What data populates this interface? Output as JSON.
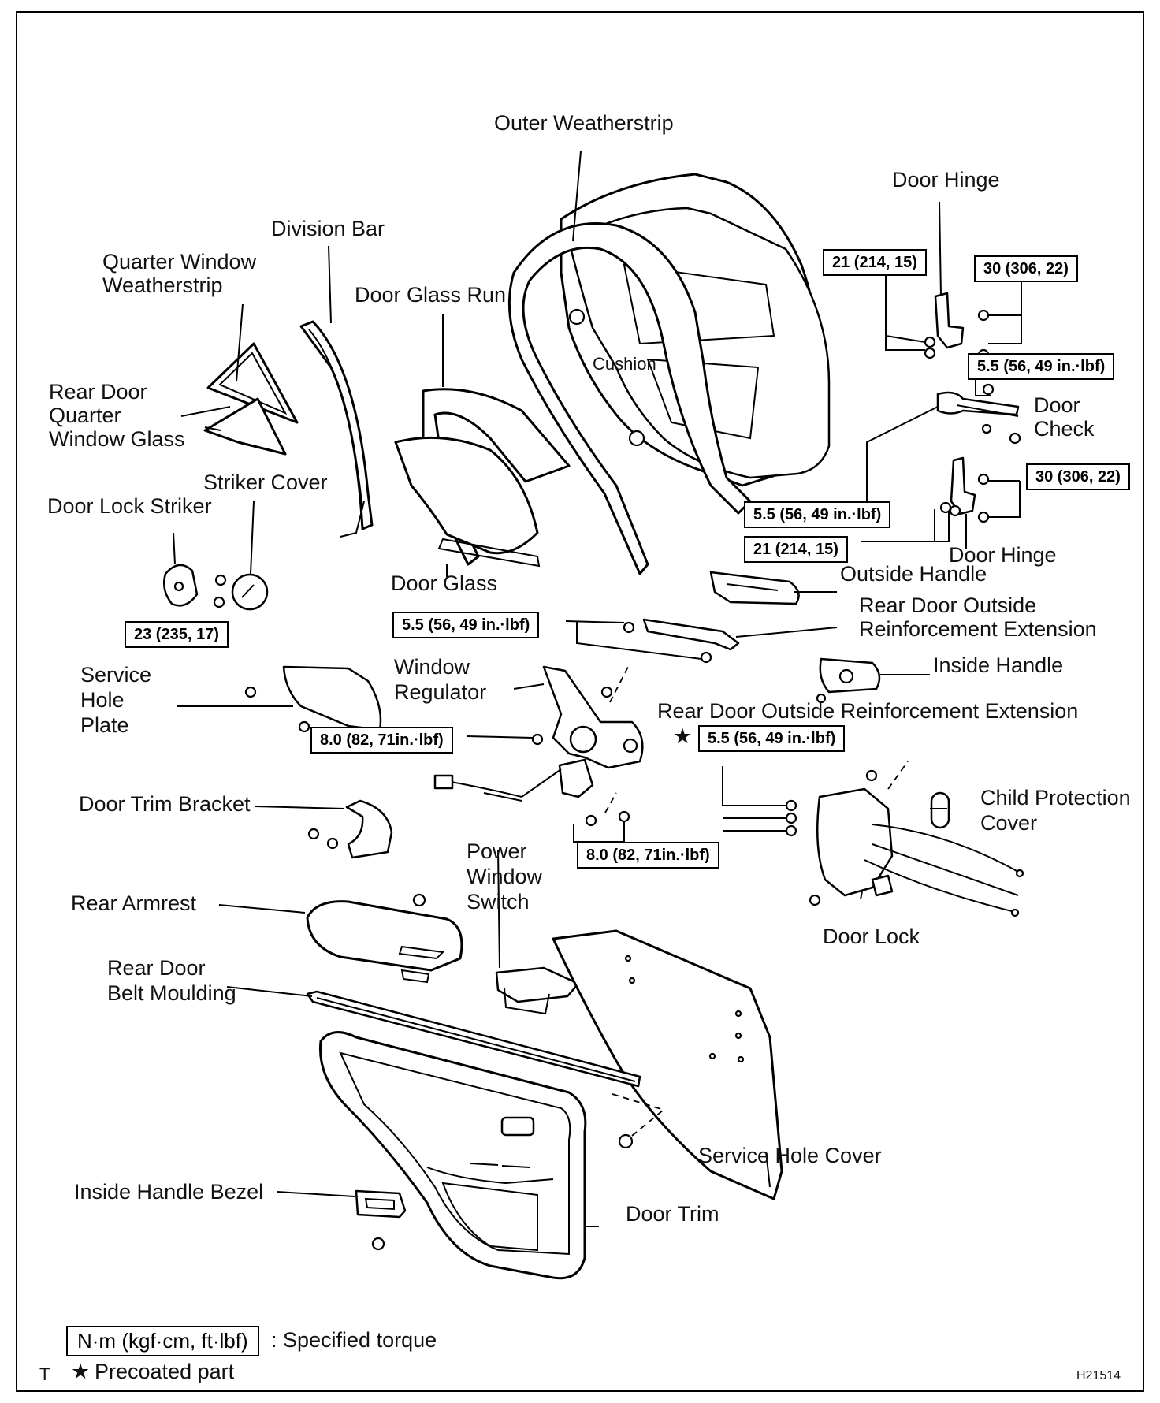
{
  "labels": {
    "outer_weatherstrip": "Outer Weatherstrip",
    "door_hinge_top": "Door Hinge",
    "division_bar": "Division Bar",
    "quarter_window_weatherstrip_1": "Quarter Window",
    "quarter_window_weatherstrip_2": "Weatherstrip",
    "door_glass_run": "Door Glass Run",
    "cushion": "Cushion",
    "rear_door_quarter_window_glass_1": "Rear Door",
    "rear_door_quarter_window_glass_2": "Quarter",
    "rear_door_quarter_window_glass_3": "Window Glass",
    "door_check_1": "Door",
    "door_check_2": "Check",
    "striker_cover": "Striker Cover",
    "door_lock_striker": "Door Lock Striker",
    "door_hinge_bottom": "Door Hinge",
    "door_glass": "Door Glass",
    "outside_handle": "Outside Handle",
    "rear_door_outside_reinforcement_ext_1": "Rear Door Outside",
    "rear_door_outside_reinforcement_ext_2": "Reinforcement Extension",
    "window_regulator_1": "Window",
    "window_regulator_2": "Regulator",
    "inside_handle": "Inside Handle",
    "service_hole_plate_1": "Service",
    "service_hole_plate_2": "Hole",
    "service_hole_plate_3": "Plate",
    "rear_door_outside_reinforcement_ext_full": "Rear Door Outside Reinforcement Extension",
    "door_trim_bracket": "Door Trim Bracket",
    "child_protection_cover_1": "Child Protection",
    "child_protection_cover_2": "Cover",
    "power_window_switch_1": "Power",
    "power_window_switch_2": "Window",
    "power_window_switch_3": "Switch",
    "rear_armrest": "Rear Armrest",
    "door_lock": "Door Lock",
    "rear_door_belt_moulding_1": "Rear Door",
    "rear_door_belt_moulding_2": "Belt Moulding",
    "service_hole_cover": "Service Hole Cover",
    "inside_handle_bezel": "Inside Handle Bezel",
    "door_trim": "Door Trim"
  },
  "torques": {
    "hinge_top_left": "21 (214, 15)",
    "hinge_top_right": "30 (306, 22)",
    "door_check_upper": "5.5 (56, 49 in.·lbf)",
    "door_check_lower": "5.5 (56, 49 in.·lbf)",
    "hinge_bottom_right": "30 (306, 22)",
    "hinge_bottom_left": "21 (214, 15)",
    "striker": "23 (235, 17)",
    "reinforcement_ext": "5.5 (56, 49 in.·lbf)",
    "regulator_upper": "8.0 (82, 71in.·lbf)",
    "door_lock_precoated": "5.5 (56, 49 in.·lbf)",
    "regulator_lower": "8.0 (82, 71in.·lbf)"
  },
  "legend": {
    "unit_box": "N·m (kgf·cm, ft·lbf)",
    "unit_desc": ": Specified torque",
    "star": "★",
    "precoated": "Precoated part",
    "t_mark": "T"
  },
  "figure_id": "H21514"
}
